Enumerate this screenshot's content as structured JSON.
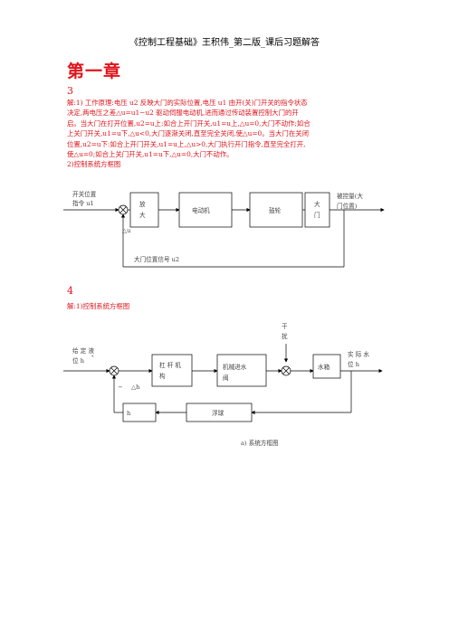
{
  "header": "《控制工程基础》王积伟_第二版_课后习题解答",
  "chapter_title": "第一章",
  "q3": {
    "number": "3",
    "lines": [
      "解:1) 工作原理:电压 u2 反映大门的实际位置,电压 u1 由开(关)门开关的指令状态",
      "决定,两电压之差△u=u1−u2 驱动伺服电动机,进而通过传动装置控制大门的开",
      "启。当大门在打开位置,u2=u上:如合上开门开关,u1=u上,△u=0,大门不动作;如合",
      "上关门开关,u1=u下,△u<0,大门逐渐关闭,直至完全关闭,使△u=0。当大门在关闭",
      "位置,u2=u下:如合上开门开关,u1=u上,△u>0,大门执行开门指令,直至完全打开,",
      "使△u=0;如合上关门开关,u1=u下,△u=0,大门不动作。"
    ],
    "subhead": "2)控制系统方框图",
    "diagram": {
      "input_line1": "开关位置",
      "input_line2": "指令 u1",
      "delta": "△u",
      "box1_line1": "放",
      "box1_line2": "大",
      "box2": "电动机",
      "box3": "鼓轮",
      "box4_line1": "大",
      "box4_line2": "门",
      "output_line1": "被控量(大",
      "output_line2": "门位置)",
      "feedback": "大门位置信号 u2"
    }
  },
  "q4": {
    "number": "4",
    "subhead": "解:1)控制系统方框图",
    "diagram": {
      "disturb_line1": "干",
      "disturb_line2": "扰",
      "input_line1": "给 定 液",
      "input_line2": "位 h",
      "input_sup": "*",
      "minus": "−",
      "delta": "△h",
      "box1_line1": "杠 杆 机",
      "box1_line2": "构",
      "box2_line1": "机械进水",
      "box2_line2": "阀",
      "box3": "水箱",
      "output_line1": "实 际 水",
      "output_line2": "位 h",
      "feedback_box": "浮球",
      "h_box": "h",
      "caption": "a) 系统方框图"
    }
  }
}
